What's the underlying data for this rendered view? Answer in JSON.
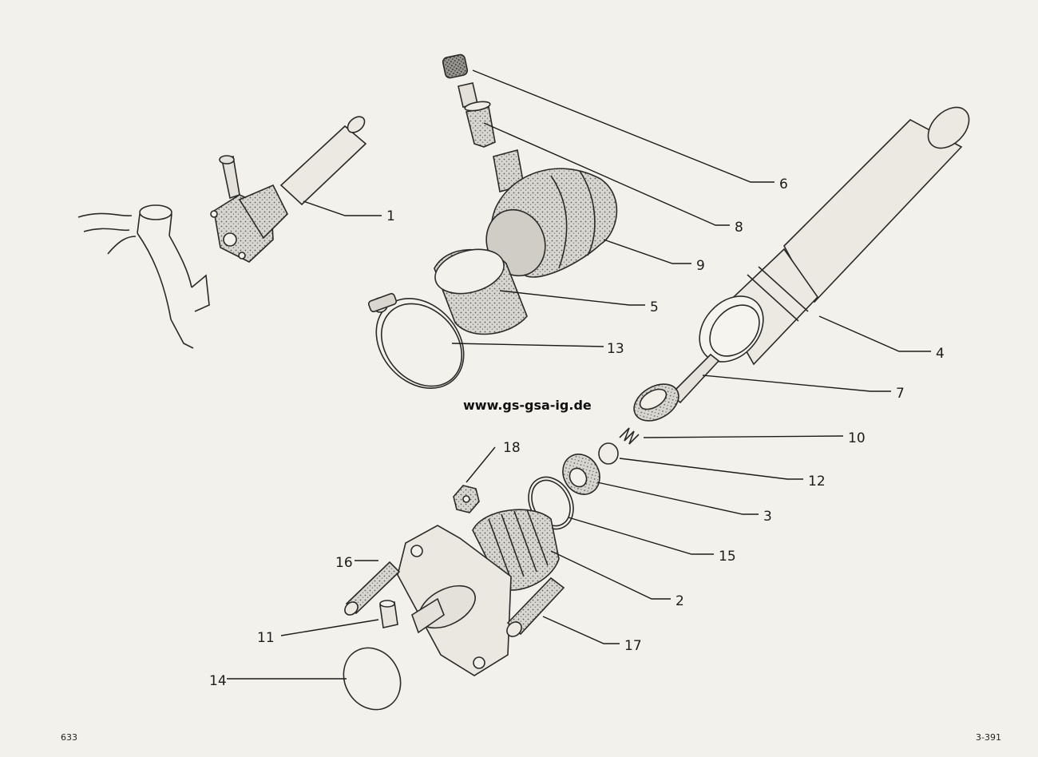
{
  "website": "www.gs-gsa-ig.de",
  "page_number_left": "633",
  "page_number_right": "3-391",
  "callouts": [
    "1",
    "6",
    "8",
    "9",
    "5",
    "13",
    "4",
    "7",
    "10",
    "12",
    "3",
    "15",
    "2",
    "18",
    "16",
    "11",
    "17",
    "14"
  ],
  "colors": {
    "ink": "#2a2a2a",
    "paper": "#f3f1eb",
    "stipple": "#6b6b6b"
  }
}
